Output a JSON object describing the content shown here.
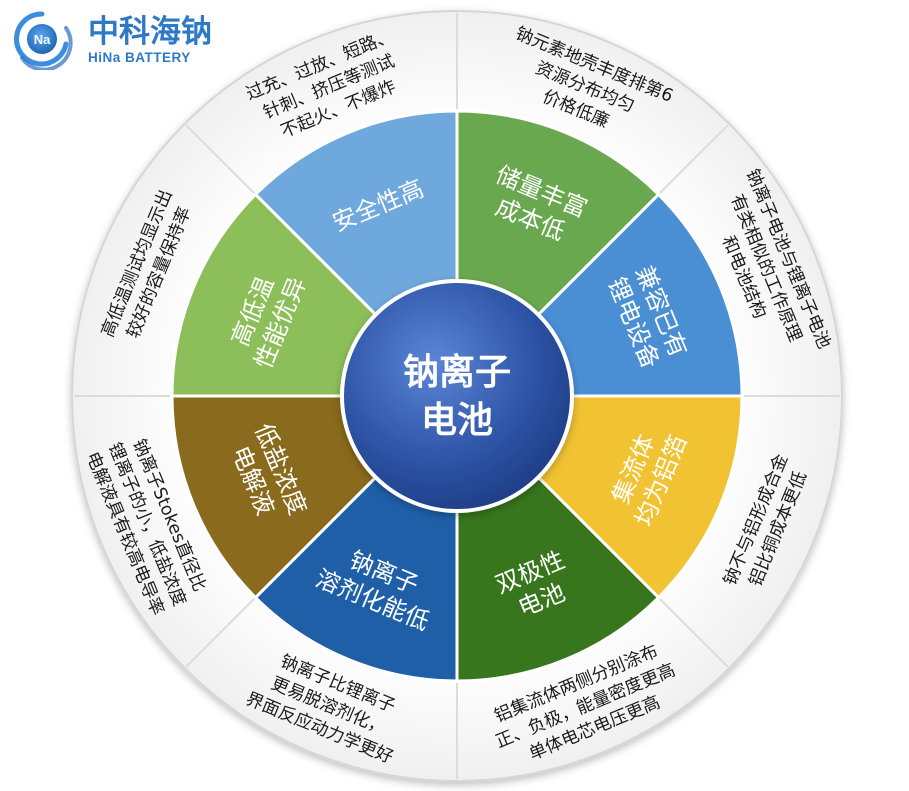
{
  "logo": {
    "badge": "Na",
    "name_cn": "中科海钠",
    "name_en": "HiNa BATTERY"
  },
  "center": {
    "lines": [
      "钠离子",
      "电池"
    ]
  },
  "segments": [
    {
      "id": "safety",
      "label": [
        "安全性高"
      ],
      "color": "#6fa8dc",
      "detail": [
        "过充、过放、短路、",
        "针刺、挤压等测试",
        "不起火、不爆炸"
      ]
    },
    {
      "id": "abundance",
      "label": [
        "储量丰富",
        "成本低"
      ],
      "color": "#6aa84f",
      "detail": [
        "钠元素地壳丰度排第6",
        "资源分布均匀",
        "价格低廉"
      ]
    },
    {
      "id": "compatible",
      "label": [
        "兼容已有",
        "锂电设备"
      ],
      "color": "#4a8fd4",
      "detail": [
        "钠离子电池与锂离子电池",
        "有类相似的工作原理",
        "和电池结构"
      ]
    },
    {
      "id": "aluminum",
      "label": [
        "集流体",
        "均为铝箔"
      ],
      "color": "#f1c232",
      "detail": [
        "钠不与铝形成合金",
        "铝比铜成本更低"
      ]
    },
    {
      "id": "bipolar",
      "label": [
        "双极性",
        "电池"
      ],
      "color": "#38761d",
      "detail": [
        "铝集流体两侧分别涂布",
        "正、负极，能量密度更高",
        "单体电芯电压更高"
      ]
    },
    {
      "id": "solvation",
      "label": [
        "钠离子",
        "溶剂化能低"
      ],
      "color": "#1f5fa8",
      "detail": [
        "钠离子比锂离子",
        "更易脱溶剂化，",
        "界面反应动力学更好"
      ]
    },
    {
      "id": "low-salt",
      "label": [
        "低盐浓度",
        "电解液"
      ],
      "color": "#8a6a1c",
      "detail": [
        "钠离子Stokes直径比",
        "锂离子的小，低盐浓度",
        "电解液具有较高电导率"
      ]
    },
    {
      "id": "temperature",
      "label": [
        "高低温",
        "性能优异"
      ],
      "color": "#8cbf5a",
      "detail": [
        "高低温测试均显示出",
        "较好的容量保持率"
      ]
    }
  ]
}
